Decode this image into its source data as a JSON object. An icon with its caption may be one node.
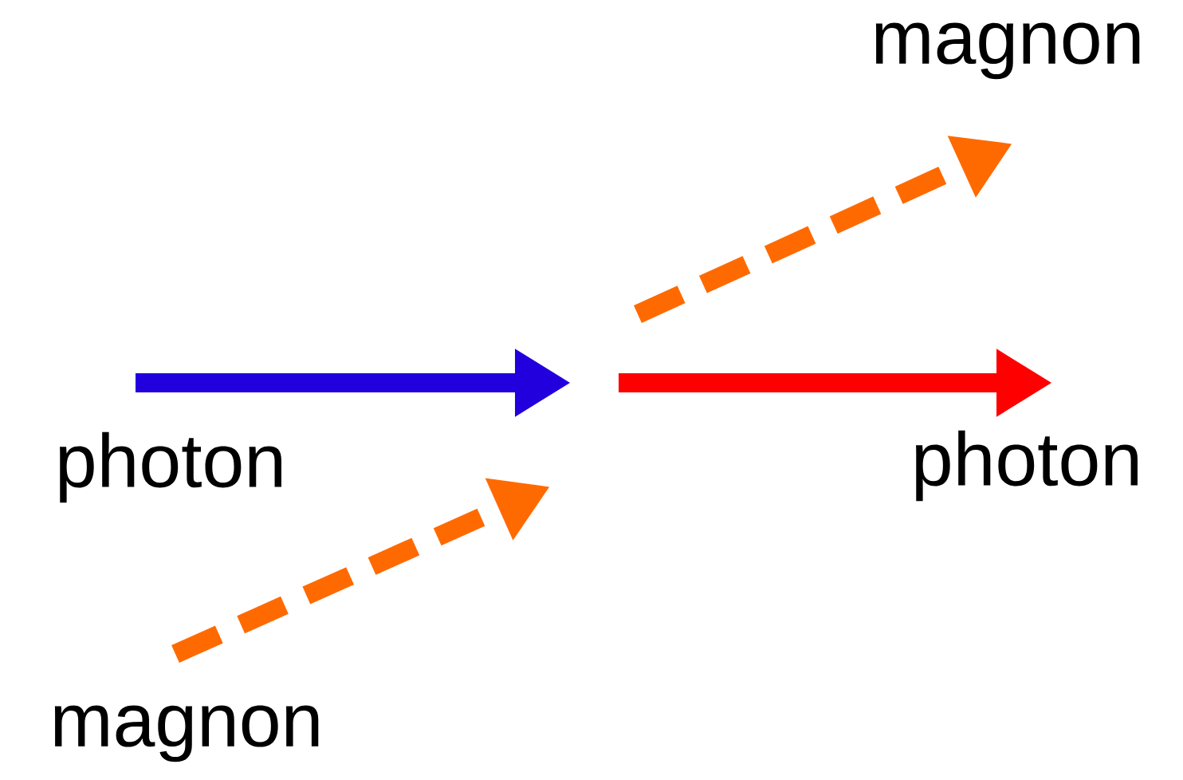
{
  "diagram": {
    "nodes": [
      {
        "text": [
          "photon"
        ]
      },
      {
        "text": [
          "magnon"
        ]
      },
      {
        "text": [
          "magnon"
        ]
      },
      {
        "text": [
          "photon"
        ]
      }
    ],
    "edges": [
      {
        "from": 0,
        "to": null,
        "arrow": "to",
        "color": "#2200dd"
      },
      {
        "from": 1,
        "to": null,
        "arrow": "to",
        "style": "dashed",
        "color": "#ff6a00"
      },
      {
        "from": null,
        "to": 2,
        "arrow": "to",
        "style": "dashed",
        "color": "#ff6a00"
      },
      {
        "from": null,
        "to": 3,
        "arrow": "to",
        "color": "#ff0000"
      }
    ]
  }
}
